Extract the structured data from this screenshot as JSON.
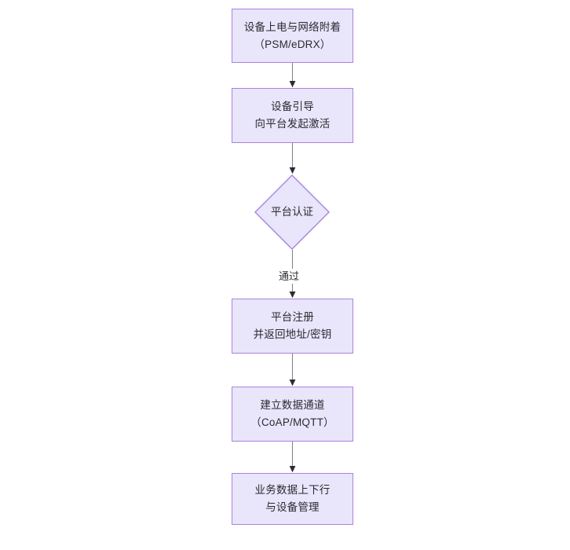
{
  "diagram": {
    "type": "flowchart",
    "orientation": "top-to-bottom",
    "background_color": "#ffffff",
    "node_fill_color": "#e9e5fa",
    "node_border_color": "#a884dd",
    "text_color": "#2b2b33",
    "connector_color": "#7f7f8c",
    "arrowhead_color": "#2b2b33",
    "nodes": [
      {
        "id": "power-on",
        "shape": "rectangle",
        "line1": "设备上电与网络附着",
        "line2": "（PSM/eDRX）"
      },
      {
        "id": "bootstrap",
        "shape": "rectangle",
        "line1": "设备引导",
        "line2": "向平台发起激活"
      },
      {
        "id": "platform-auth",
        "shape": "diamond",
        "line1": "平台认证",
        "line2": ""
      },
      {
        "id": "platform-register",
        "shape": "rectangle",
        "line1": "平台注册",
        "line2": "并返回地址/密钥"
      },
      {
        "id": "data-channel",
        "shape": "rectangle",
        "line1": "建立数据通道",
        "line2": "（CoAP/MQTT）"
      },
      {
        "id": "business-data",
        "shape": "rectangle",
        "line1": "业务数据上下行",
        "line2": "与设备管理"
      }
    ],
    "edges": [
      {
        "id": "e1",
        "from": "power-on",
        "to": "bootstrap",
        "label": ""
      },
      {
        "id": "e2",
        "from": "bootstrap",
        "to": "platform-auth",
        "label": ""
      },
      {
        "id": "e3",
        "from": "platform-auth",
        "to": "platform-register",
        "label": "通过"
      },
      {
        "id": "e4",
        "from": "platform-register",
        "to": "data-channel",
        "label": ""
      },
      {
        "id": "e5",
        "from": "data-channel",
        "to": "business-data",
        "label": ""
      }
    ]
  }
}
